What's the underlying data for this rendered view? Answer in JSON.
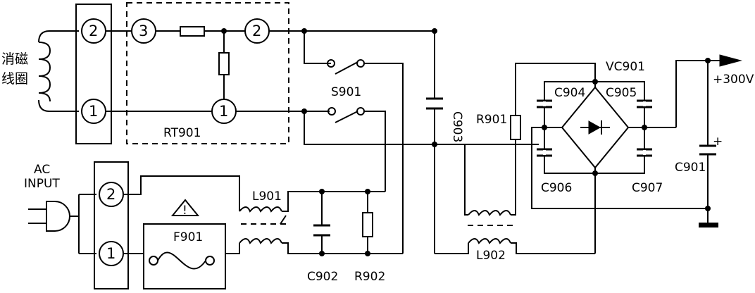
{
  "labels": {
    "degauss_coil_line1": "消磁",
    "degauss_coil_line2": "线圈",
    "ac_input_line1": "AC",
    "ac_input_line2": "INPUT",
    "rt901": "RT901",
    "s901": "S901",
    "l901": "L901",
    "f901": "F901",
    "c902": "C902",
    "r902": "R902",
    "c903": "C903",
    "l902": "L902",
    "r901": "R901",
    "vc901": "VC901",
    "c904": "C904",
    "c905": "C905",
    "c906": "C906",
    "c907": "C907",
    "c901": "C901",
    "output_voltage": "+300V",
    "warning_symbol": "!"
  },
  "pins": {
    "degauss_top": "2",
    "degauss_bottom": "1",
    "rt_pin3": "3",
    "rt_pin2": "2",
    "rt_pin1": "1",
    "ac_top": "2",
    "ac_bottom": "1"
  },
  "capacitor_polarity": "+"
}
